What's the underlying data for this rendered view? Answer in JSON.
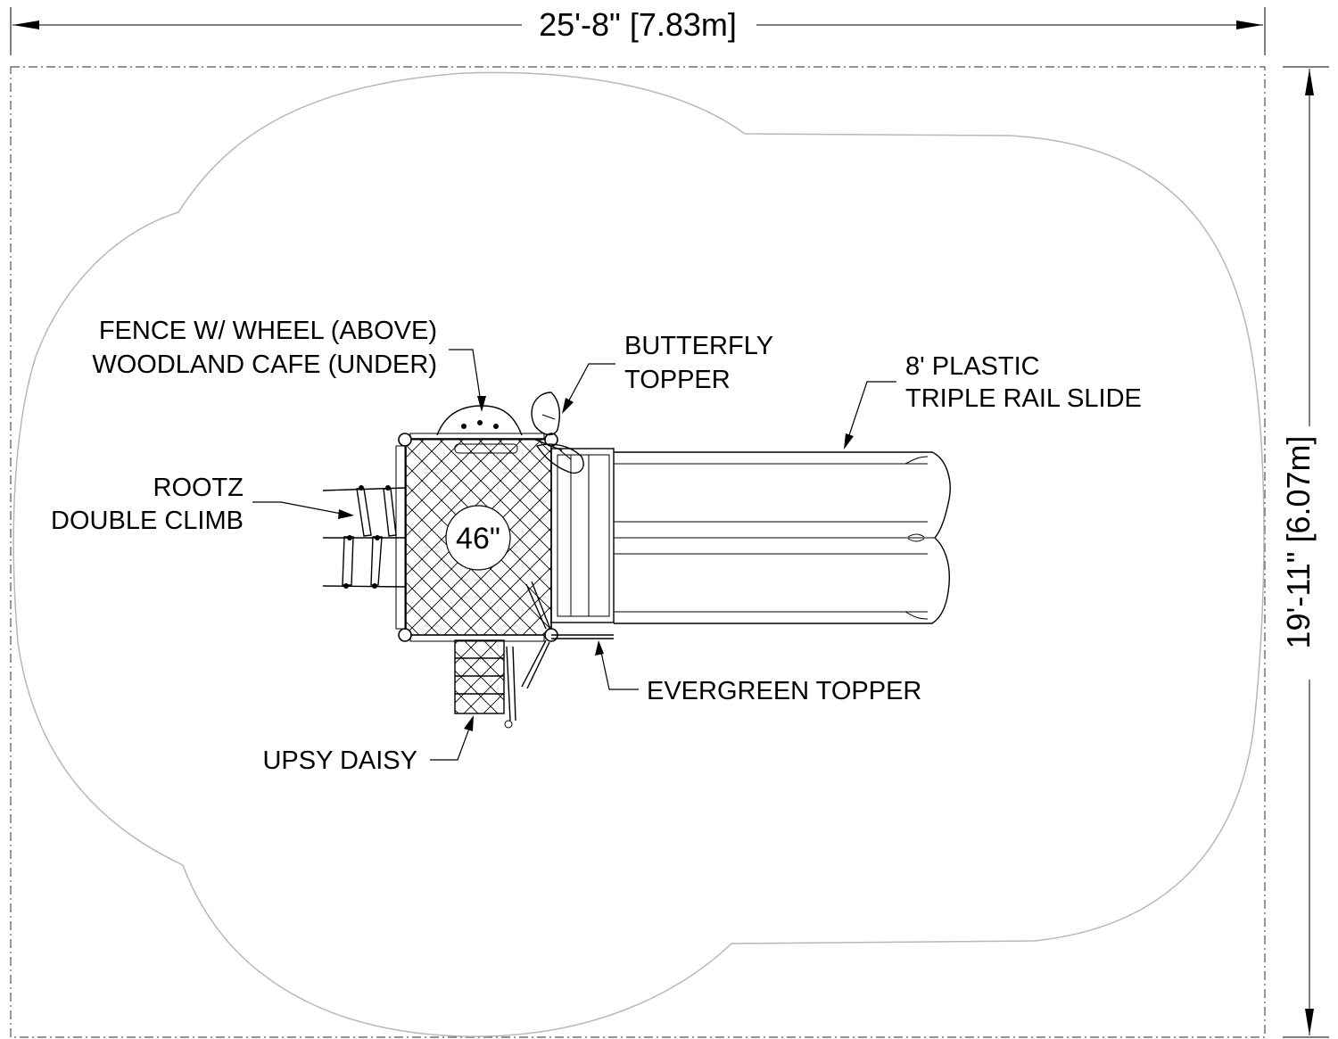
{
  "drawing": {
    "width_dimension": "25'-8\" [7.83m]",
    "height_dimension": "19'-11\" [6.07m]",
    "deck_height": "46\""
  },
  "callouts": {
    "fence_line1": "FENCE W/ WHEEL (ABOVE)",
    "fence_line2": "WOODLAND CAFE (UNDER)",
    "butterfly_line1": "BUTTERFLY",
    "butterfly_line2": "TOPPER",
    "slide_line1": "8' PLASTIC",
    "slide_line2": "TRIPLE RAIL SLIDE",
    "rootz_line1": "ROOTZ",
    "rootz_line2": "DOUBLE CLIMB",
    "evergreen": "EVERGREEN TOPPER",
    "upsy": "UPSY DAISY"
  }
}
